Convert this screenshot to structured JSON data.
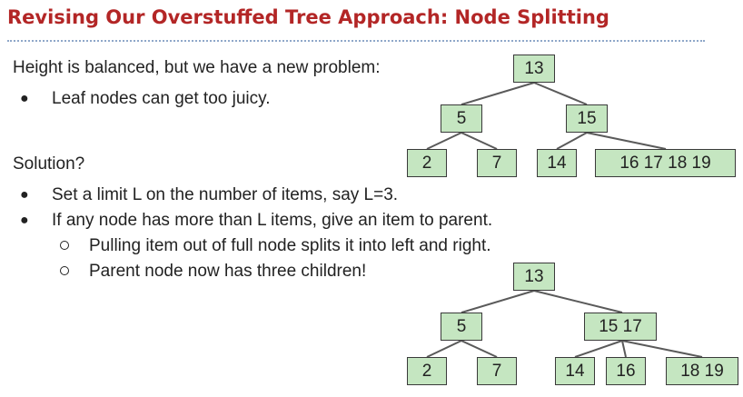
{
  "slide": {
    "title": "Revising Our Overstuffed Tree Approach: Node Splitting",
    "problem_line": "Height is balanced, but we have a new problem:",
    "problem_bullet": "Leaf nodes can get too juicy.",
    "solution_label": "Solution?",
    "solution_bullets": [
      "Set a limit L on the number of items, say L=3.",
      "If any node has more than L items, give an item to parent."
    ],
    "sub_bullets": [
      "Pulling item out of full node splits it into left and right.",
      "Parent node now has three children!"
    ],
    "bullet_glyph": "●"
  },
  "tree_before": {
    "root": "13",
    "left": "5",
    "right": "15",
    "left_left": "2",
    "left_right": "7",
    "right_left": "14",
    "right_right": "16  17  18  19"
  },
  "tree_after": {
    "root": "13",
    "left": "5",
    "right": "15  17",
    "left_left": "2",
    "left_right": "7",
    "right_a": "14",
    "right_b": "16",
    "right_c": "18  19"
  },
  "colors": {
    "title": "#b32626",
    "node_fill": "#c5e6c1",
    "node_border": "#3a3a3a",
    "edge": "#5a5a5a",
    "rule": "#8fa8c9"
  }
}
